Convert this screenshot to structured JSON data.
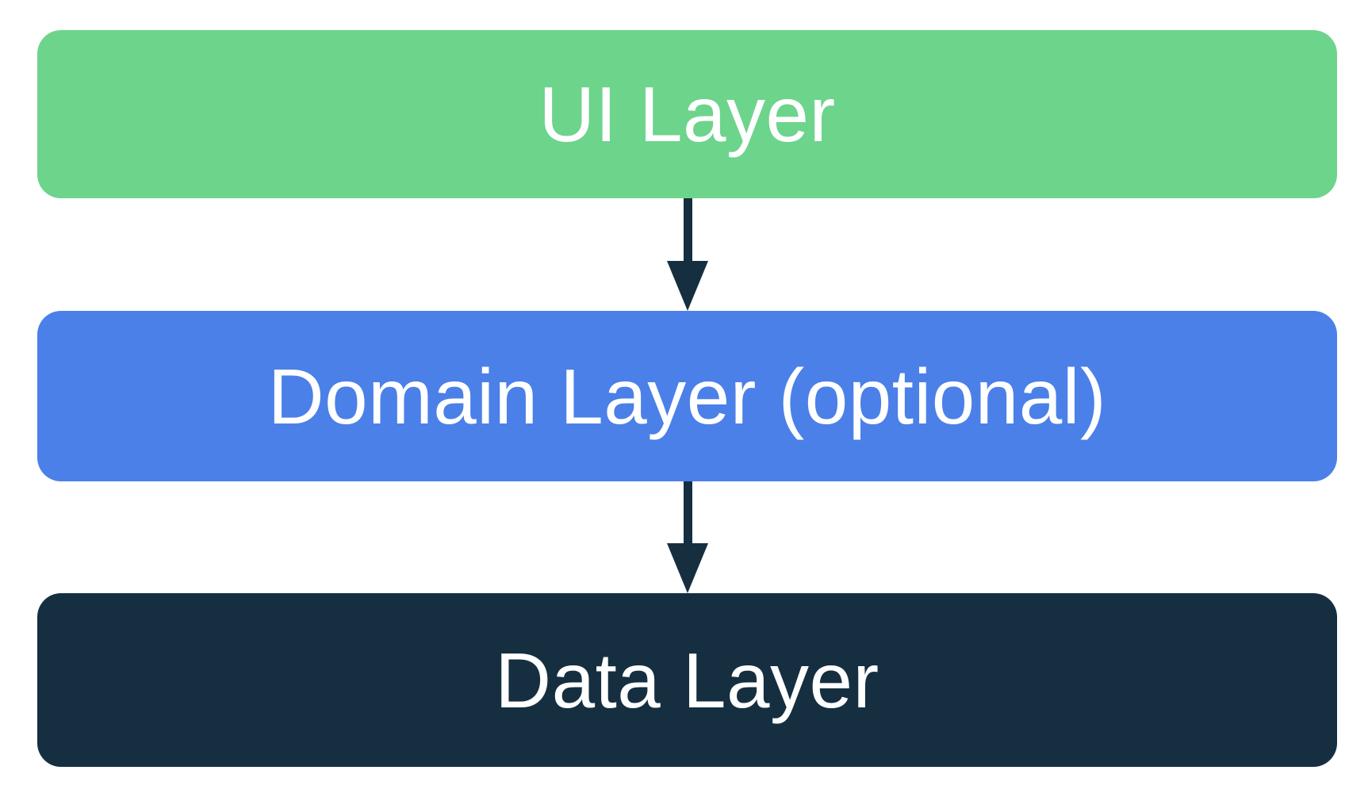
{
  "diagram": {
    "background_color": "#FFFFFF",
    "arrow_color": "#162F40",
    "layers": [
      {
        "id": "ui",
        "label": "UI Layer",
        "fill": "#6DD48C",
        "text_color": "#FFFFFF"
      },
      {
        "id": "domain",
        "label": "Domain Layer (optional)",
        "fill": "#4B80E8",
        "text_color": "#FFFFFF"
      },
      {
        "id": "data",
        "label": "Data Layer",
        "fill": "#162F40",
        "text_color": "#FFFFFF"
      }
    ],
    "arrows": [
      {
        "from": "ui",
        "to": "domain",
        "direction": "down"
      },
      {
        "from": "domain",
        "to": "data",
        "direction": "down"
      }
    ]
  }
}
